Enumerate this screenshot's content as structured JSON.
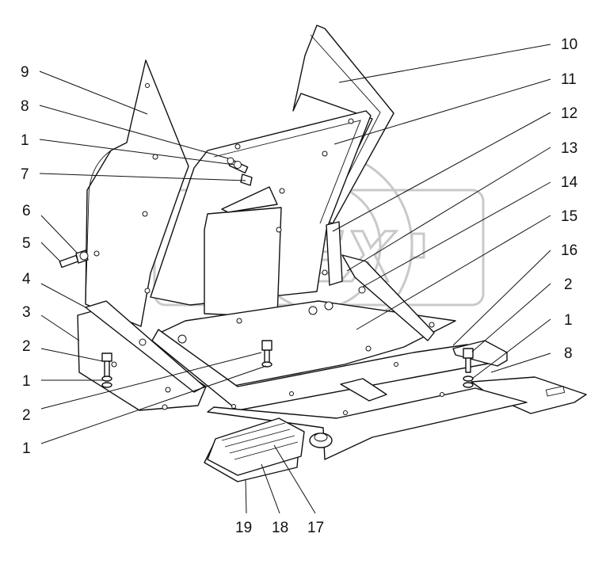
{
  "diagram": {
    "watermark_text": "OPEX",
    "callouts": [
      {
        "id": "c9",
        "label": "9"
      },
      {
        "id": "c8a",
        "label": "8"
      },
      {
        "id": "c1a",
        "label": "1"
      },
      {
        "id": "c7",
        "label": "7"
      },
      {
        "id": "c6",
        "label": "6"
      },
      {
        "id": "c5",
        "label": "5"
      },
      {
        "id": "c4",
        "label": "4"
      },
      {
        "id": "c3",
        "label": "3"
      },
      {
        "id": "c2a",
        "label": "2"
      },
      {
        "id": "c1b",
        "label": "1"
      },
      {
        "id": "c2b",
        "label": "2"
      },
      {
        "id": "c1c",
        "label": "1"
      },
      {
        "id": "c10",
        "label": "10"
      },
      {
        "id": "c11",
        "label": "11"
      },
      {
        "id": "c12",
        "label": "12"
      },
      {
        "id": "c13",
        "label": "13"
      },
      {
        "id": "c14",
        "label": "14"
      },
      {
        "id": "c15",
        "label": "15"
      },
      {
        "id": "c16",
        "label": "16"
      },
      {
        "id": "c2c",
        "label": "2"
      },
      {
        "id": "c1d",
        "label": "1"
      },
      {
        "id": "c8b",
        "label": "8"
      },
      {
        "id": "c19",
        "label": "19"
      },
      {
        "id": "c18",
        "label": "18"
      },
      {
        "id": "c17",
        "label": "17"
      }
    ]
  }
}
